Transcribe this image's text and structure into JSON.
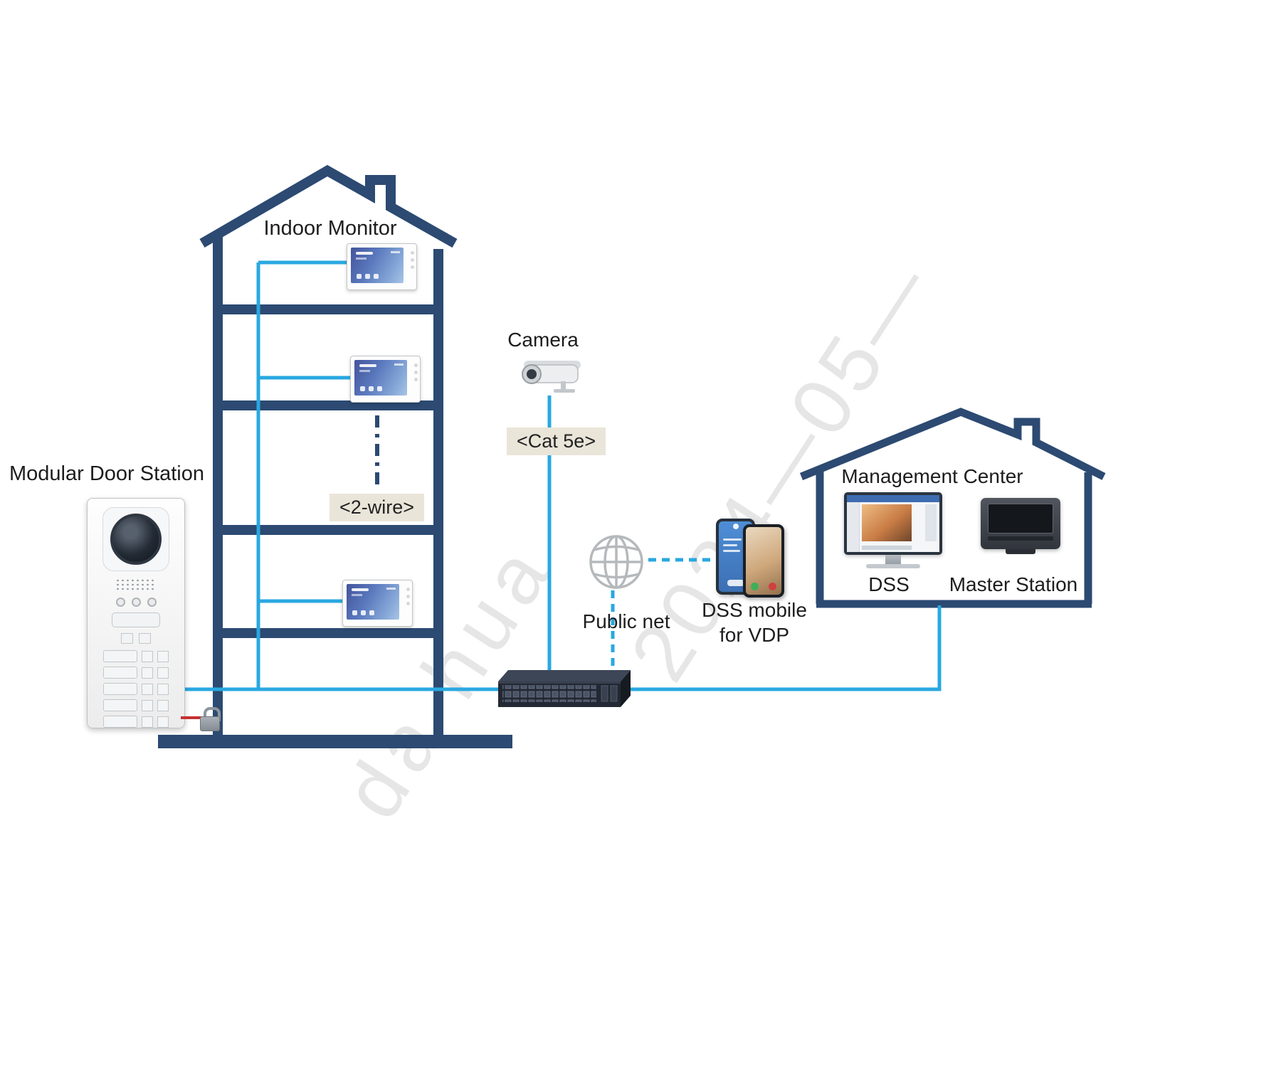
{
  "labels": {
    "indoor_monitor": "Indoor Monitor",
    "modular_door_station": "Modular Door Station",
    "camera": "Camera",
    "cat_5e": "<Cat 5e>",
    "two_wire": "<2-wire>",
    "public_net": "Public net",
    "dss_mobile_1": "DSS mobile",
    "dss_mobile_2": "for VDP",
    "management_center": "Management Center",
    "dss": "DSS",
    "master_station": "Master Station"
  },
  "watermark": {
    "date": "2024—05—",
    "brand": "da hua"
  },
  "colors": {
    "building_outline": "#2c4a72",
    "connection_wire": "#29a8e0",
    "badge_background": "#eae5d9",
    "red_lock_wire": "#c53030"
  }
}
